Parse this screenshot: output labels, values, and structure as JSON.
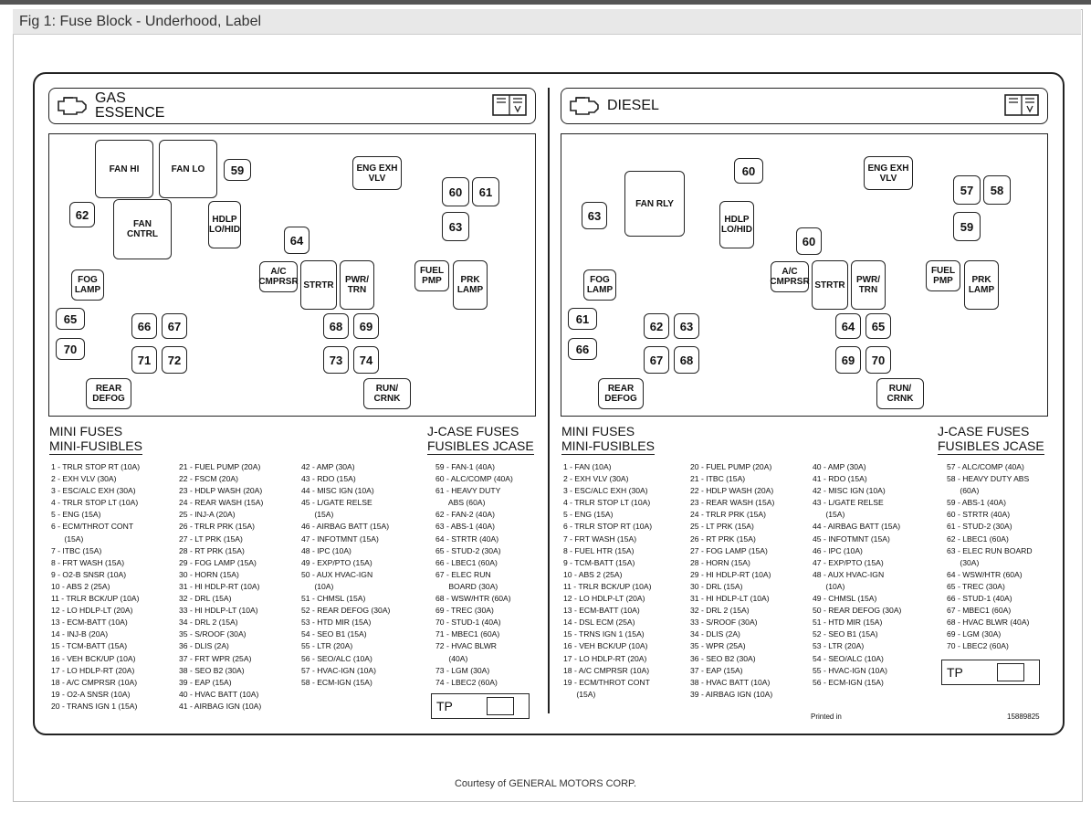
{
  "figure": {
    "title": "Fig 1: Fuse Block - Underhood, Label"
  },
  "credit": "Courtesy of GENERAL MOTORS CORP.",
  "gas": {
    "title_line1": "GAS",
    "title_line2": "ESSENCE",
    "boxes": {
      "fan_hi": "FAN HI",
      "fan_lo": "FAN LO",
      "fan_cntrl": "FAN\nCNTRL",
      "hdlp": "HDLP\nLO/HID",
      "engexh": "ENG EXH\nVLV",
      "ac": "A/C\nCMPRSR",
      "strtr": "STRTR",
      "pwrtrn": "PWR/\nTRN",
      "fuelpmp": "FUEL\nPMP",
      "prklamp": "PRK\nLAMP",
      "foglamp": "FOG\nLAMP",
      "reardefog": "REAR\nDEFOG",
      "runcrnk": "RUN/\nCRNK"
    },
    "nums": [
      "59",
      "60",
      "61",
      "62",
      "63",
      "64",
      "65",
      "66",
      "67",
      "68",
      "69",
      "70",
      "71",
      "72",
      "73",
      "74"
    ],
    "mini_title1": "MINI FUSES",
    "mini_title2": "MINI-FUSIBLES",
    "jcase_title1": "J-CASE FUSES",
    "jcase_title2": "FUSIBLES JCASE",
    "col1": "1 - TRLR STOP RT (10A)\n2 - EXH VLV (30A)\n3 - ESC/ALC EXH (30A)\n4 - TRLR STOP LT (10A)\n5 - ENG (15A)\n6 - ECM/THROT CONT\n      (15A)\n7 - ITBC (15A)\n8 - FRT WASH (15A)\n9 - O2-B SNSR (10A)\n10 - ABS 2 (25A)\n11 - TRLR BCK/UP (10A)\n12 - LO HDLP-LT (20A)\n13 - ECM-BATT (10A)\n14 - INJ-B (20A)\n15 - TCM-BATT (15A)\n16 - VEH BCK/UP (10A)\n17 - LO HDLP-RT (20A)\n18 - A/C CMPRSR (10A)\n19 - O2-A SNSR (10A)\n20 - TRANS IGN 1 (15A)",
    "col2": "21 - FUEL PUMP (20A)\n22 - FSCM (20A)\n23 - HDLP WASH (20A)\n24 - REAR WASH (15A)\n25 - INJ-A (20A)\n26 - TRLR PRK (15A)\n27 - LT PRK (15A)\n28 - RT PRK (15A)\n29 - FOG LAMP (15A)\n30 - HORN (15A)\n31 - HI HDLP-RT (10A)\n32 - DRL (15A)\n33 - HI HDLP-LT (10A)\n34 - DRL 2 (15A)\n35 - S/ROOF (30A)\n36 - DLIS (2A)\n37 - FRT WPR (25A)\n38 - SEO B2 (30A)\n39 - EAP (15A)\n40 - HVAC BATT (10A)\n41 - AIRBAG IGN (10A)",
    "col3": "42 - AMP (30A)\n43 - RDO (15A)\n44 - MISC IGN (10A)\n45 - L/GATE RELSE\n      (15A)\n46 - AIRBAG BATT (15A)\n47 - INFOTMNT (15A)\n48 - IPC (10A)\n49 - EXP/PTO (15A)\n50 - AUX HVAC-IGN\n      (10A)\n51 - CHMSL (15A)\n52 - REAR DEFOG (30A)\n53 - HTD MIR (15A)\n54 - SEO B1 (15A)\n55 - LTR (20A)\n56 - SEO/ALC (10A)\n57 - HVAC-IGN (10A)\n58 - ECM-IGN (15A)",
    "col4": "59 - FAN-1 (40A)\n60 - ALC/COMP (40A)\n61 - HEAVY DUTY\n      ABS (60A)\n62 - FAN-2 (40A)\n63 - ABS-1 (40A)\n64 - STRTR (40A)\n65 - STUD-2 (30A)\n66 - LBEC1 (60A)\n67 - ELEC RUN\n      BOARD (30A)\n68 - WSW/HTR (60A)\n69 - TREC (30A)\n70 - STUD-1 (40A)\n71 - MBEC1 (60A)\n72 - HVAC BLWR\n      (40A)\n73 - LGM (30A)\n74 - LBEC2 (60A)",
    "tp": "TP"
  },
  "diesel": {
    "title": "DIESEL",
    "boxes": {
      "fanrly": "FAN RLY",
      "hdlp": "HDLP\nLO/HID",
      "engexh": "ENG EXH\nVLV",
      "ac": "A/C\nCMPRSR",
      "strtr": "STRTR",
      "pwrtrn": "PWR/\nTRN",
      "fuelpmp": "FUEL\nPMP",
      "prklamp": "PRK\nLAMP",
      "foglamp": "FOG\nLAMP",
      "reardefog": "REAR\nDEFOG",
      "runcrnk": "RUN/\nCRNK"
    },
    "nums": [
      "57",
      "58",
      "59",
      "60",
      "61",
      "62",
      "63",
      "64",
      "65",
      "66",
      "67",
      "68",
      "69",
      "70"
    ],
    "mini_title1": "MINI FUSES",
    "mini_title2": "MINI-FUSIBLES",
    "jcase_title1": "J-CASE FUSES",
    "jcase_title2": "FUSIBLES JCASE",
    "col1": "1 - FAN (10A)\n2 - EXH VLV (30A)\n3 - ESC/ALC EXH (30A)\n4 - TRLR STOP LT (10A)\n5 - ENG (15A)\n6 - TRLR STOP RT (10A)\n7 - FRT WASH (15A)\n8 - FUEL HTR (15A)\n9 - TCM-BATT (15A)\n10 - ABS 2 (25A)\n11 - TRLR BCK/UP (10A)\n12 - LO HDLP-LT (20A)\n13 - ECM-BATT (10A)\n14 - DSL ECM (25A)\n15 - TRNS IGN 1 (15A)\n16 - VEH BCK/UP (10A)\n17 - LO HDLP-RT (20A)\n18 - A/C CMPRSR (10A)\n19 - ECM/THROT CONT\n      (15A)",
    "col2": "20 - FUEL PUMP (20A)\n21 - ITBC (15A)\n22 - HDLP WASH (20A)\n23 - REAR WASH (15A)\n24 - TRLR PRK (15A)\n25 - LT PRK (15A)\n26 - RT PRK (15A)\n27 - FOG LAMP (15A)\n28 - HORN (15A)\n29 - HI HDLP-RT (10A)\n30 - DRL (15A)\n31 - HI HDLP-LT (10A)\n32 - DRL 2 (15A)\n33 - S/ROOF (30A)\n34 - DLIS (2A)\n35 - WPR (25A)\n36 - SEO B2 (30A)\n37 - EAP (15A)\n38 - HVAC BATT (10A)\n39 - AIRBAG IGN (10A)",
    "col3": "40 - AMP (30A)\n41 - RDO (15A)\n42 - MISC IGN (10A)\n43 - L/GATE RELSE\n      (15A)\n44 - AIRBAG BATT (15A)\n45 - INFOTMNT (15A)\n46 - IPC (10A)\n47 - EXP/PTO (15A)\n48 - AUX HVAC-IGN\n      (10A)\n49 - CHMSL (15A)\n50 - REAR DEFOG (30A)\n51 - HTD MIR (15A)\n52 - SEO B1 (15A)\n53 - LTR (20A)\n54 - SEO/ALC (10A)\n55 - HVAC-IGN (10A)\n56 - ECM-IGN (15A)",
    "col4": "57 - ALC/COMP (40A)\n58 - HEAVY DUTY ABS\n      (60A)\n59 - ABS-1 (40A)\n60 - STRTR (40A)\n61 - STUD-2 (30A)\n62 - LBEC1 (60A)\n63 - ELEC RUN BOARD\n      (30A)\n64 - WSW/HTR (60A)\n65 - TREC (30A)\n66 - STUD-1 (40A)\n67 - MBEC1 (60A)\n68 - HVAC BLWR (40A)\n69 - LGM (30A)\n70 - LBEC2 (60A)",
    "tp": "TP",
    "printed": "Printed in",
    "code": "15889825"
  }
}
